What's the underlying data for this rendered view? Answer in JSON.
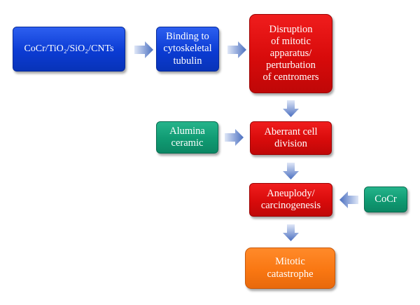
{
  "nodes": {
    "materials": {
      "label": "CoCr/TiO₂/SiO₂/CNTs",
      "color": "#0b3bd3"
    },
    "binding": {
      "label": "Binding to\ncytoskeletal\ntubulin",
      "color": "#0b3bd3"
    },
    "disruption": {
      "label": "Disruption\nof mitotic\napparatus/\nperturbation\nof centromers",
      "color": "#d80b0b"
    },
    "alumina": {
      "label": "Alumina\nceramic",
      "color": "#109a72"
    },
    "aberrant": {
      "label": "Aberrant cell\ndivision",
      "color": "#d80b0b"
    },
    "aneuplody": {
      "label": "Aneuplody/\ncarcinogenesis",
      "color": "#d80b0b"
    },
    "cocr": {
      "label": "CoCr",
      "color": "#109a72"
    },
    "mitotic": {
      "label": "Mitotic\ncatastrophe",
      "color": "#f97712"
    }
  },
  "edges": [
    {
      "from": "materials",
      "to": "binding"
    },
    {
      "from": "binding",
      "to": "disruption"
    },
    {
      "from": "disruption",
      "to": "aberrant"
    },
    {
      "from": "alumina",
      "to": "aberrant"
    },
    {
      "from": "aberrant",
      "to": "aneuplody"
    },
    {
      "from": "cocr",
      "to": "aneuplody"
    },
    {
      "from": "aneuplody",
      "to": "mitotic"
    }
  ],
  "colors": {
    "arrow": "#4a6fc0"
  }
}
